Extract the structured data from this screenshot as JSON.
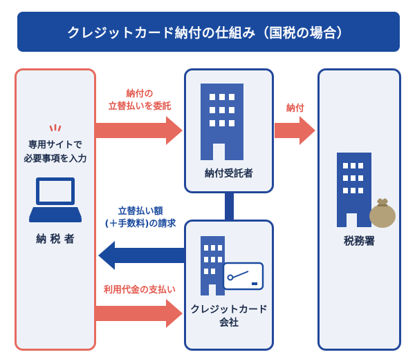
{
  "title": "クレジットカード納付の仕組み（国税の場合）",
  "taxpayer": {
    "prompt_line1": "専用サイトで",
    "prompt_line2": "必要事項を入力",
    "label": "納 税 者"
  },
  "agent": {
    "label": "納付受託者"
  },
  "tax_office": {
    "label": "税務署"
  },
  "card_company": {
    "label_line1": "クレジットカード",
    "label_line2": "会社"
  },
  "arrows": {
    "delegate_line1": "納付の",
    "delegate_line2": "立替払いを委託",
    "payment": "納付",
    "bill_line1": "立替払い額",
    "bill_line2": "(＋手数料)の請求",
    "usage_payment": "利用代金の支払い"
  },
  "colors": {
    "title_bg": "#1a4a9e",
    "red": "#e2574c",
    "blue": "#22479a",
    "panel_bg": "#eef2f8"
  }
}
